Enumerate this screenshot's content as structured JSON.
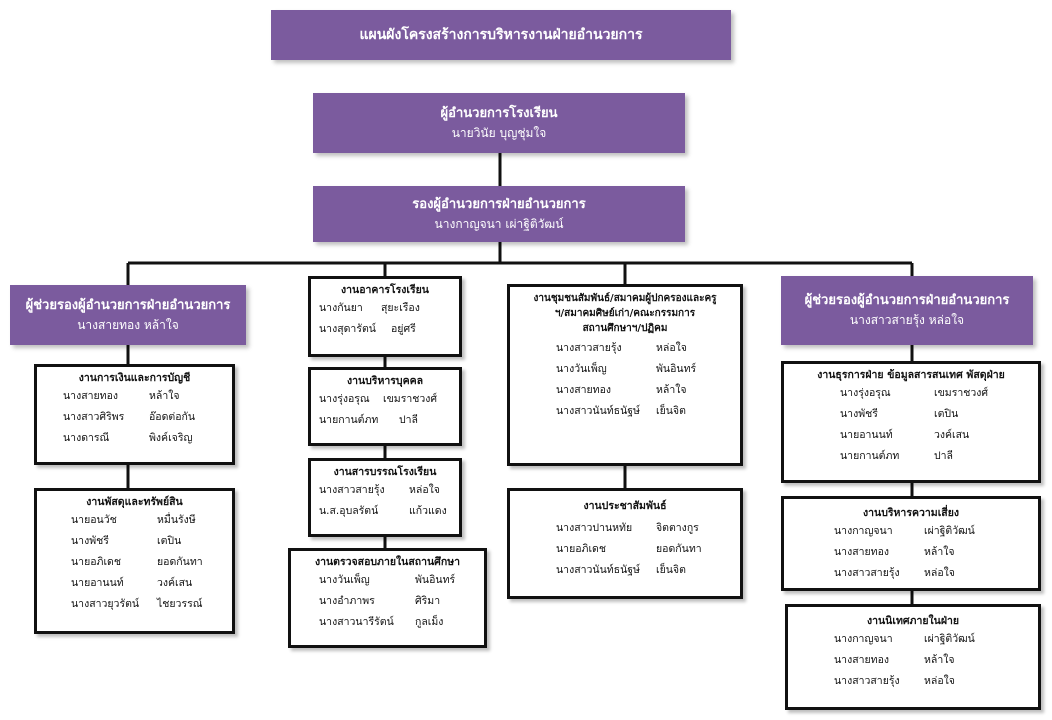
{
  "title": "แผนผังโครงสร้างการบริหารงานฝ่ายอำนวยการ",
  "director": {
    "title": "ผู้อำนวยการโรงเรียน",
    "name": "นายวินัย บุญชุ่มใจ"
  },
  "deputy": {
    "title": "รองผู้อำนวยการฝ่ายอำนวยการ",
    "name": "นางกาญจนา เผ่าฐิติวัฒน์"
  },
  "assistant_left": {
    "title": "ผู้ช่วยรองผู้อำนวยการฝ่ายอำนวยการ",
    "name": "นางสายทอง หล้าใจ"
  },
  "assistant_right": {
    "title": "ผู้ช่วยรองผู้อำนวยการฝ่ายอำนวยการ",
    "name": "นางสาวสายรุ้ง หล่อใจ"
  },
  "groups": {
    "finance": {
      "heading": "งานการเงินและการบัญชี",
      "members": [
        {
          "first": "นางสายทอง",
          "last": "หล้าใจ"
        },
        {
          "first": "นางสาวศิริพร",
          "last": "อ๊อดต่อกัน"
        },
        {
          "first": "นางดารณี",
          "last": "พิงค์เจริญ"
        }
      ]
    },
    "supplies": {
      "heading": "งานพัสดุและทรัพย์สิน",
      "members": [
        {
          "first": "นายอนวัช",
          "last": "หมื่นรังษี"
        },
        {
          "first": "นางพัชรี",
          "last": "เตปิน"
        },
        {
          "first": "นายอภิเดช",
          "last": "ยอดกันทา"
        },
        {
          "first": "นายอานนท์",
          "last": "วงค์เสน"
        },
        {
          "first": "นางสาวยุวรัตน์",
          "last": "ไชยวรรณ์"
        }
      ]
    },
    "building": {
      "heading": "งานอาคารโรงเรียน",
      "members": [
        {
          "first": "นางกันยา",
          "last": "สุยะเรือง"
        },
        {
          "first": "นางสุดารัตน์",
          "last": "อยู่ศรี"
        }
      ]
    },
    "personnel": {
      "heading": "งานบริหารบุคคล",
      "members": [
        {
          "first": "นางรุ่งอรุณ",
          "last": "เขมราชวงศ์"
        },
        {
          "first": "นายกานต์ภท",
          "last": "ปาลี"
        }
      ]
    },
    "records": {
      "heading": "งานสารบรรณโรงเรียน",
      "members": [
        {
          "first": "นางสาวสายรุ้ง",
          "last": "หล่อใจ"
        },
        {
          "first": "น.ส.อุบลรัตน์",
          "last": "แก้วแดง"
        }
      ]
    },
    "audit": {
      "heading": "งานตรวจสอบภายในสถานศึกษา",
      "members": [
        {
          "first": "นางวันเพ็ญ",
          "last": "พันอินทร์"
        },
        {
          "first": "นางอำภาพร",
          "last": "ศิริมา"
        },
        {
          "first": "นางสาวนารีรัตน์",
          "last": "กูลเม็ง"
        }
      ]
    },
    "community": {
      "heading1": "งานชุมชนสัมพันธ์/สมาคมผู้ปกครองและครู",
      "heading2": "ฯ/สมาคมศิษย์เก่า/คณะกรรมการ",
      "heading3": "สถานศึกษาฯ/ปฏิคม",
      "members": [
        {
          "first": "นางสาวสายรุ้ง",
          "last": "หล่อใจ"
        },
        {
          "first": "นางวันเพ็ญ",
          "last": "พันอินทร์"
        },
        {
          "first": "นางสายทอง",
          "last": "หล้าใจ"
        },
        {
          "first": "นางสาวนันท์ธนัฐษ์",
          "last": "เย็นจิต"
        }
      ]
    },
    "pr": {
      "heading": "งานประชาสัมพันธ์",
      "members": [
        {
          "first": "นางสาวปานหทัย",
          "last": "จิตตางกูร"
        },
        {
          "first": "นายอภิเดช",
          "last": "ยอดกันทา"
        },
        {
          "first": "นางสาวนันท์ธนัฐษ์",
          "last": "เย็นจิต"
        }
      ]
    },
    "admin": {
      "heading": "งานธุรการฝ่าย ข้อมูลสารสนเทศ พัสดุฝ่าย",
      "members": [
        {
          "first": "นางรุ่งอรุณ",
          "last": "เขมราชวงศ์"
        },
        {
          "first": "นางพัชรี",
          "last": "เตปิน"
        },
        {
          "first": "นายอานนท์",
          "last": "วงค์เสน"
        },
        {
          "first": "นายกานต์ภท",
          "last": "ปาลี"
        }
      ]
    },
    "risk": {
      "heading": "งานบริหารความเสี่ยง",
      "members": [
        {
          "first": "นางกาญจนา",
          "last": "เผ่าฐิติวัฒน์"
        },
        {
          "first": "นางสายทอง",
          "last": "หล้าใจ"
        },
        {
          "first": "นางสาวสายรุ้ง",
          "last": "หล่อใจ"
        }
      ]
    },
    "supervision": {
      "heading": "งานนิเทศภายในฝ่าย",
      "members": [
        {
          "first": "นางกาญจนา",
          "last": "เผ่าฐิติวัฒน์"
        },
        {
          "first": "นางสายทอง",
          "last": "หล้าใจ"
        },
        {
          "first": "นางสาวสายรุ้ง",
          "last": "หล่อใจ"
        }
      ]
    }
  }
}
